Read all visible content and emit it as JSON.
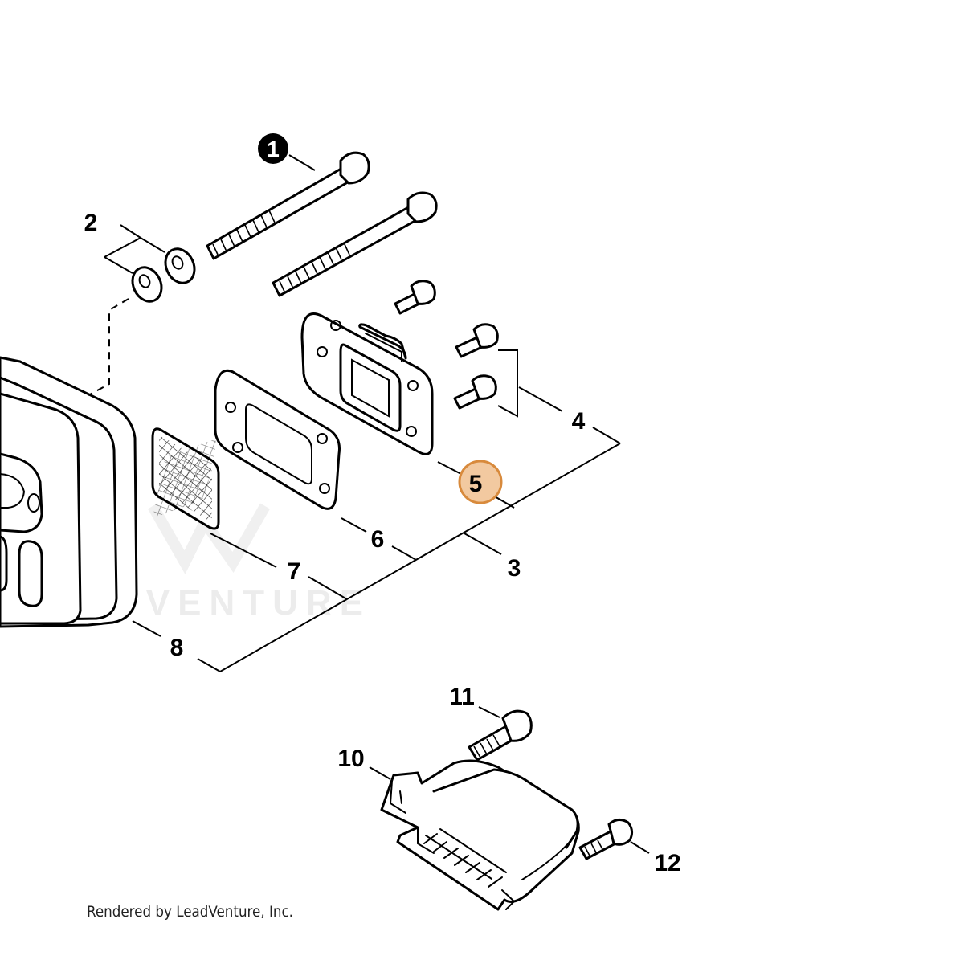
{
  "callouts": {
    "c1": "1",
    "c2": "2",
    "c3": "3",
    "c4": "4",
    "c5": "5",
    "c6": "6",
    "c7": "7",
    "c8": "8",
    "c10": "10",
    "c11": "11",
    "c12": "12"
  },
  "highlight_color": "#f2c9a0",
  "highlight_border": "#d88a3c",
  "watermark": "LEADVENTURE",
  "credit": "Rendered by LeadVenture, Inc."
}
